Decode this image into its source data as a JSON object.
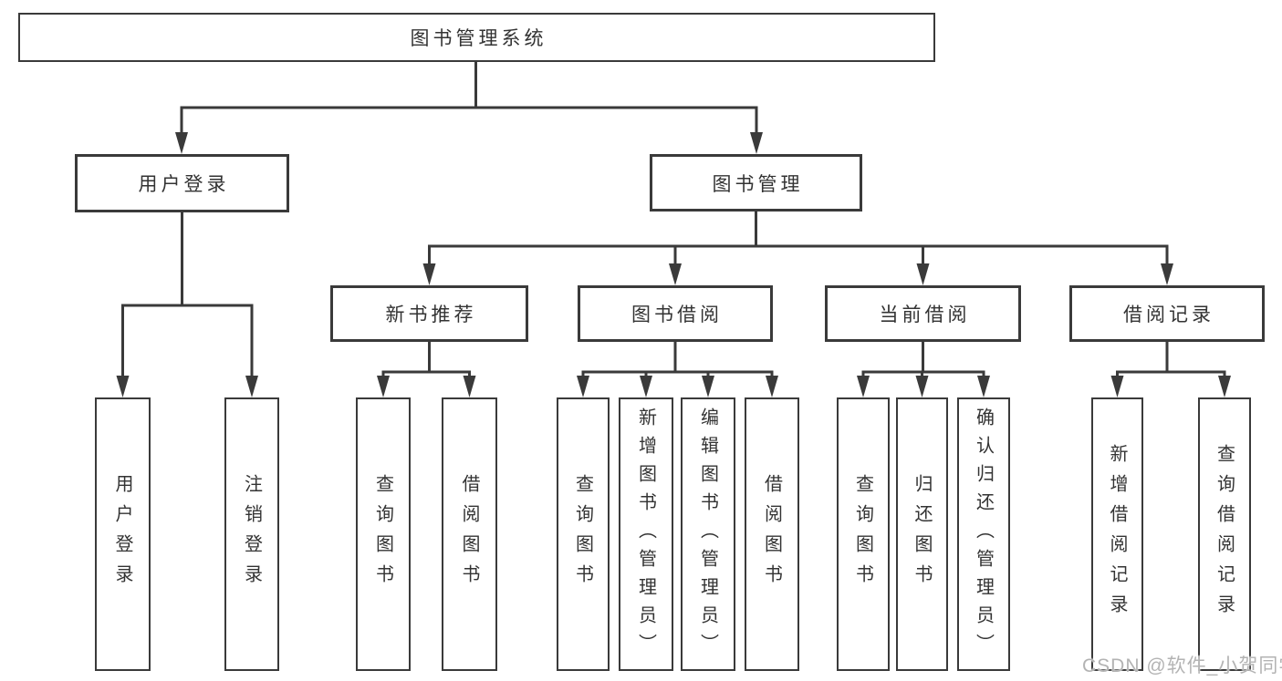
{
  "diagram": {
    "root": {
      "label": "图书管理系统"
    },
    "level2": [
      {
        "id": "user-login",
        "label": "用户登录"
      },
      {
        "id": "book-management",
        "label": "图书管理"
      }
    ],
    "level3": [
      {
        "id": "new-book-recommend",
        "label": "新书推荐"
      },
      {
        "id": "book-borrowing",
        "label": "图书借阅"
      },
      {
        "id": "current-borrowing",
        "label": "当前借阅"
      },
      {
        "id": "borrowing-records",
        "label": "借阅记录"
      }
    ],
    "leaves": [
      {
        "id": "user-login-action",
        "parent": "user-login",
        "label": "用户登录"
      },
      {
        "id": "logout-action",
        "parent": "user-login",
        "label": "注销登录"
      },
      {
        "id": "query-books-recommend",
        "parent": "new-book-recommend",
        "label": "查询图书"
      },
      {
        "id": "borrow-books-recommend",
        "parent": "new-book-recommend",
        "label": "借阅图书"
      },
      {
        "id": "query-books-borrowing",
        "parent": "book-borrowing",
        "label": "查询图书"
      },
      {
        "id": "add-books-admin",
        "parent": "book-borrowing",
        "label": "新增图书（管理员）"
      },
      {
        "id": "edit-books-admin",
        "parent": "book-borrowing",
        "label": "编辑图书（管理员）"
      },
      {
        "id": "borrow-books-borrowing",
        "parent": "book-borrowing",
        "label": "借阅图书"
      },
      {
        "id": "query-books-current",
        "parent": "current-borrowing",
        "label": "查询图书"
      },
      {
        "id": "return-books",
        "parent": "current-borrowing",
        "label": "归还图书"
      },
      {
        "id": "confirm-return-admin",
        "parent": "current-borrowing",
        "label": "确认归还（管理员）"
      },
      {
        "id": "add-borrow-record",
        "parent": "borrowing-records",
        "label": "新增借阅记录"
      },
      {
        "id": "query-borrow-record",
        "parent": "borrowing-records",
        "label": "查询借阅记录"
      }
    ]
  },
  "watermark": "CSDN @软件_小贺同学",
  "colors": {
    "line": "#3a3a3a",
    "text": "#333333",
    "box_background": "#ffffff",
    "watermark": "#b3b3b3"
  }
}
